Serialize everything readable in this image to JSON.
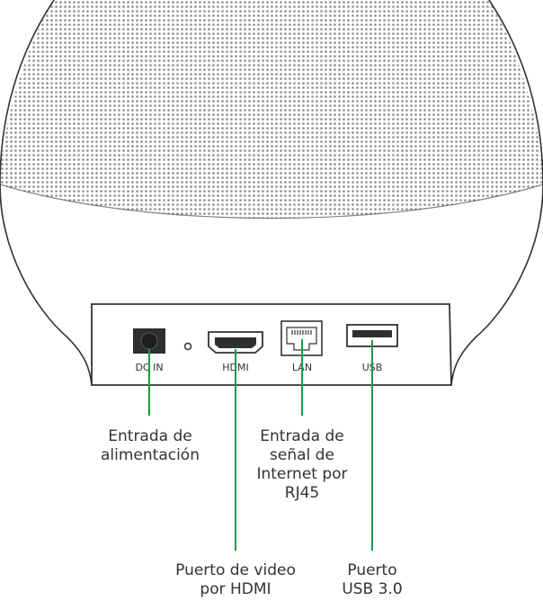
{
  "colors": {
    "outline": "#333333",
    "grille": "#8a8a8a",
    "leader_line": "#1a9a4a",
    "text": "#333333"
  },
  "ports": {
    "dc_in": "DC IN",
    "hdmi": "HDMI",
    "lan": "LAN",
    "usb": "USB"
  },
  "callouts": {
    "dc_in": [
      "Entrada de",
      "alimentación"
    ],
    "lan": [
      "Entrada de",
      "señal de",
      "Internet por",
      "RJ45"
    ],
    "hdmi": [
      "Puerto de video",
      "por HDMI"
    ],
    "usb": [
      "Puerto",
      "USB 3.0"
    ]
  }
}
